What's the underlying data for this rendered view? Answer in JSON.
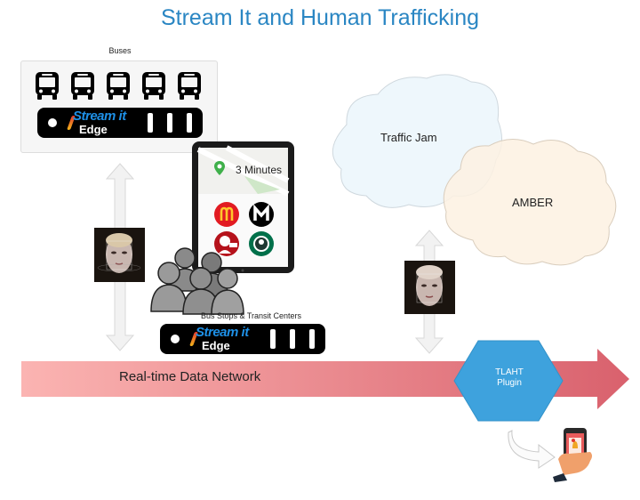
{
  "title": "Stream It and Human Trafficking",
  "buses": {
    "label": "Buses",
    "icons": [
      "bus-icon",
      "bus-icon",
      "bus-icon",
      "bus-icon",
      "bus-icon"
    ],
    "edge_device": {
      "logo": "Stream it",
      "sublabel": "Edge"
    }
  },
  "tablet": {
    "eta": "3 Minutes",
    "map_marker": "map-pin-icon",
    "logos": [
      "mcdonalds-logo",
      "metro-logo",
      "kfc-logo",
      "starbucks-logo"
    ]
  },
  "bus_stops": {
    "label": "Bus Stops & Transit Centers",
    "edge_device": {
      "logo": "Stream it",
      "sublabel": "Edge"
    }
  },
  "network": {
    "label": "Real-time Data Network"
  },
  "clouds": [
    {
      "label": "Traffic Jam",
      "color": "#eef7fc"
    },
    {
      "label": "AMBER",
      "color": "#fdf1e2"
    }
  ],
  "plugin": {
    "line1": "TLAHT",
    "line2": "Plugin",
    "color": "#3ea2dd"
  },
  "colors": {
    "title": "#2a86c3",
    "network_start": "#fbb4b2",
    "network_end": "#d9616d",
    "edge_text": "#1e90e6"
  }
}
